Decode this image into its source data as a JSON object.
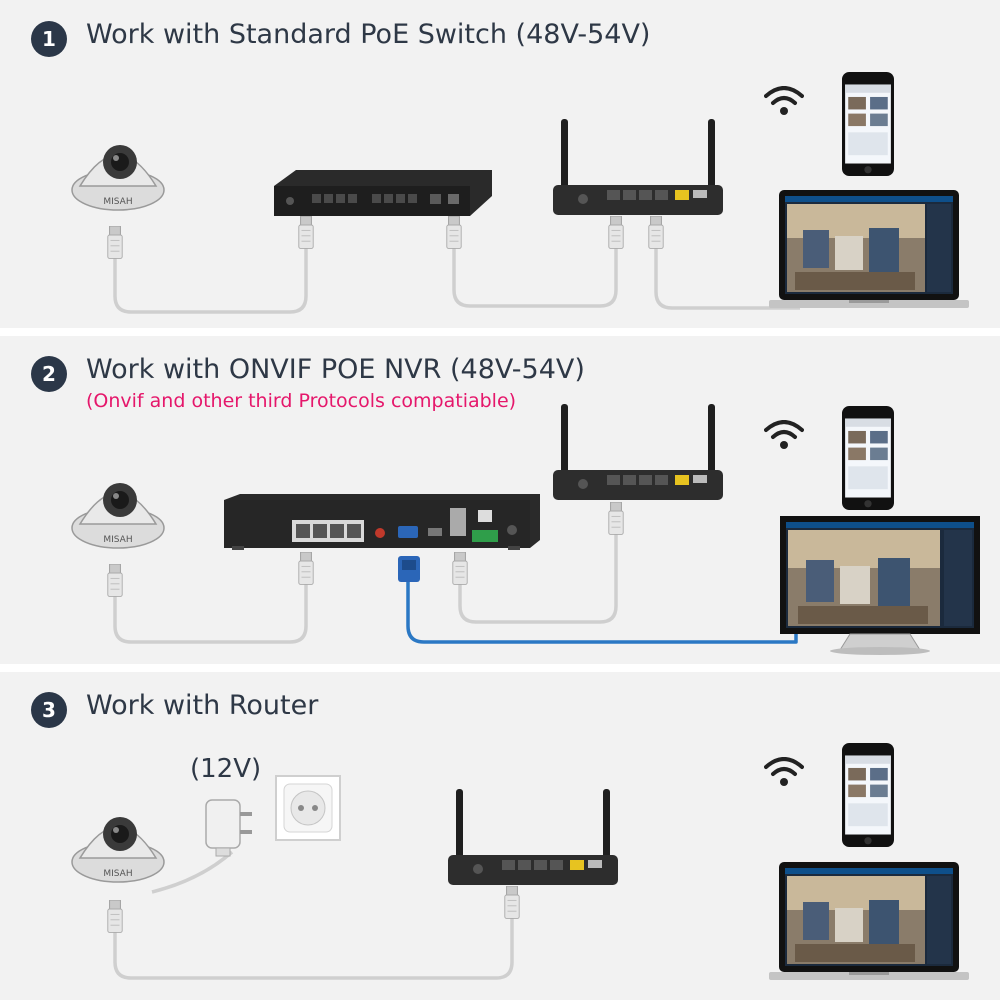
{
  "sections": [
    {
      "number": "1",
      "title": "Work with Standard PoE Switch (48V-54V)"
    },
    {
      "number": "2",
      "title": "Work with ONVIF POE NVR (48V-54V)",
      "subtitle": "(Onvif and other third Protocols compatiable)"
    },
    {
      "number": "3",
      "title": "Work with Router",
      "voltage_label": "(12V)"
    }
  ],
  "colors": {
    "badge": "#2b3748",
    "title": "#2e3846",
    "subtitle": "#e5176b",
    "video_cable": "#2b78c4",
    "ethernet_cable": "#cfcfcf",
    "panel": "#f2f2f2"
  },
  "icons": [
    "dome-camera-icon",
    "poe-switch-icon",
    "wifi-router-icon",
    "wifi-signal-icon",
    "smartphone-icon",
    "laptop-icon",
    "nvr-icon",
    "monitor-icon",
    "vga-connector-icon",
    "power-adapter-icon",
    "wall-socket-icon"
  ]
}
